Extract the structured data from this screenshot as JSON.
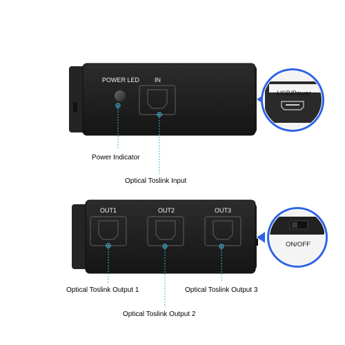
{
  "top_device": {
    "power_led_label": "POWER LED",
    "input_label": "IN",
    "usb_bubble_label": "USB/Power"
  },
  "bottom_device": {
    "output_labels": [
      "OUT1",
      "OUT2",
      "OUT3"
    ],
    "switch_bubble_label": "ON/OFF"
  },
  "callouts": {
    "power_indicator": "Power Indicator",
    "optical_input": "Optical Toslink Input",
    "output_1": "Optical Toslink Output 1",
    "output_2": "Optical Toslink Output 2",
    "output_3": "Optical Toslink Output 3"
  },
  "colors": {
    "device_body": "#1f1f1f",
    "callout_line": "#3fb6d6",
    "bubble_border": "#2e63e6"
  }
}
